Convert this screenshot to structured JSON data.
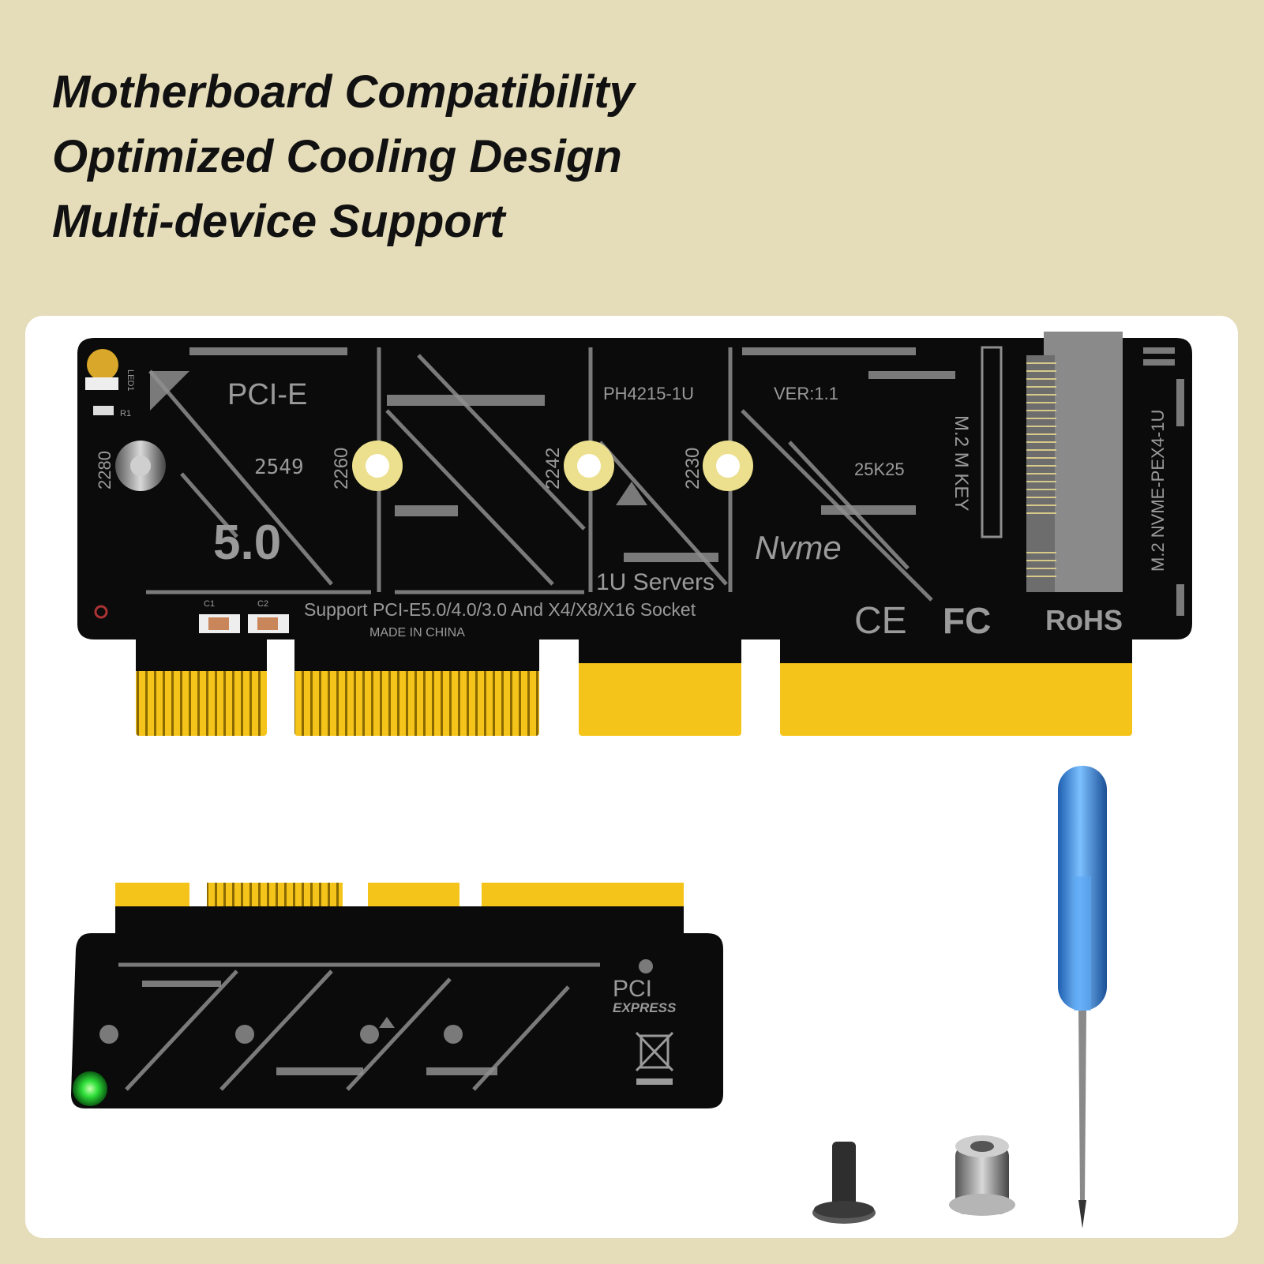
{
  "headlines": [
    "Motherboard Compatibility",
    "Optimized Cooling Design",
    "Multi-device Support"
  ],
  "board_top": {
    "led_label": "LED1",
    "r_label": "R1",
    "brand_label": "PCI-E",
    "gen_label": "5.0",
    "code_2549": "2549",
    "size_2280": "2280",
    "size_2260": "2260",
    "size_2242": "2242",
    "size_2230": "2230",
    "model": "PH4215-1U",
    "version": "VER:1.1",
    "date_code": "25K25",
    "key_label": "M.2 M KEY",
    "nvme_label": "Nvme",
    "servers_label": "1U Servers",
    "side_model": "M.2 NVME-PEX4-1U",
    "c1_label": "C1",
    "c2_label": "C2",
    "support_text": "Support PCI-E5.0/4.0/3.0 And X4/X8/X16 Socket",
    "made_in": "MADE IN CHINA",
    "ce_mark": "CE",
    "fc_mark": "FC",
    "rohs_mark": "RoHS"
  },
  "board_bottom": {
    "pci_logo_text": "PCI",
    "express_text": "EXPRESS"
  },
  "colors": {
    "background": "#e5dcb9",
    "panel": "#ffffff",
    "pcb": "#0b0b0b",
    "silkscreen": "#8e8e8e",
    "gold": "#f5c41a",
    "led_green": "#2fe03a",
    "screwdriver_handle": "#3b8fe0"
  }
}
